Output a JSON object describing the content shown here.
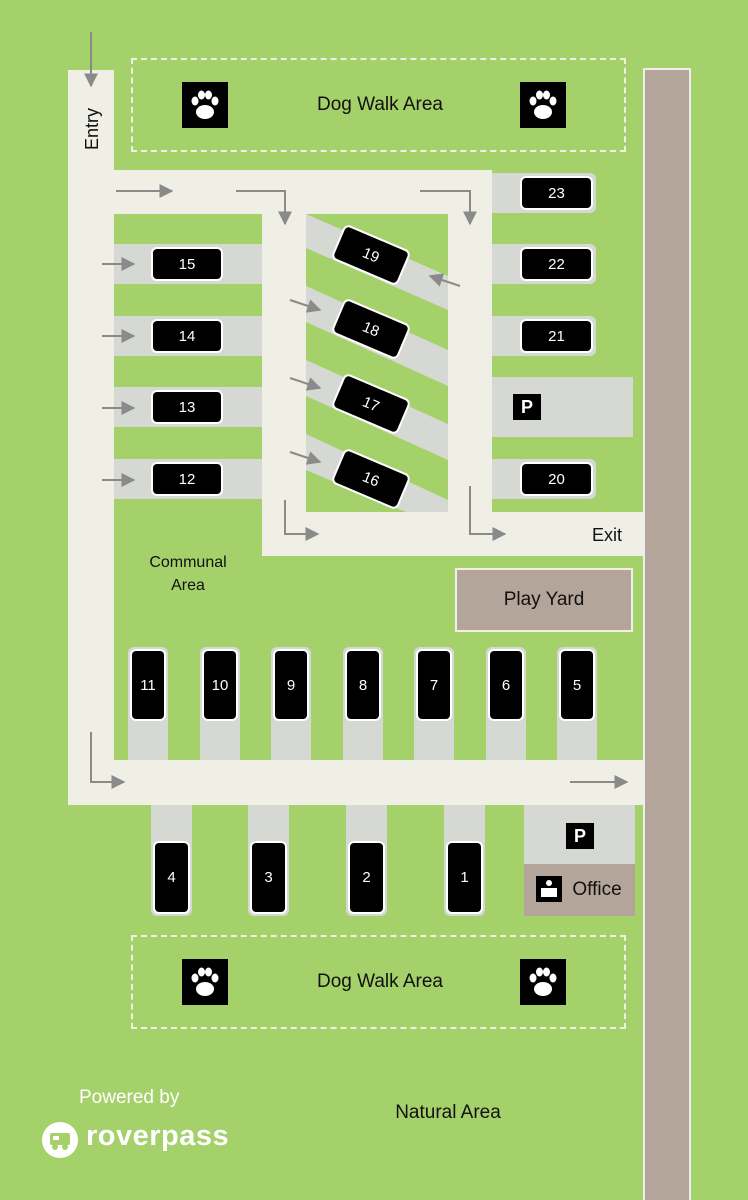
{
  "labels": {
    "entry": "Entry",
    "exit": "Exit",
    "dog_walk_top": "Dog Walk Area",
    "dog_walk_bottom": "Dog Walk Area",
    "communal": "Communal Area",
    "play_yard": "Play Yard",
    "office": "Office",
    "natural_area": "Natural Area",
    "parking_symbol": "P"
  },
  "branding": {
    "powered_by": "Powered by",
    "name": "roverpass"
  },
  "sites": {
    "left_column": [
      "15",
      "14",
      "13",
      "12"
    ],
    "diagonal": [
      "19",
      "18",
      "17",
      "16"
    ],
    "right_column": [
      "23",
      "22",
      "21",
      "20"
    ],
    "middle_row": [
      "11",
      "10",
      "9",
      "8",
      "7",
      "6",
      "5"
    ],
    "bottom_row": [
      "4",
      "3",
      "2",
      "1"
    ]
  },
  "colors": {
    "grass": "#a5d16b",
    "road": "#efefe6",
    "pad": "#d5d8d3",
    "site": "#000000",
    "building": "#b3a599",
    "arrow": "#8a8a8a"
  },
  "icons": [
    "paw-icon",
    "parking-icon",
    "office-desk-icon",
    "rv-icon",
    "arrow-icon"
  ]
}
